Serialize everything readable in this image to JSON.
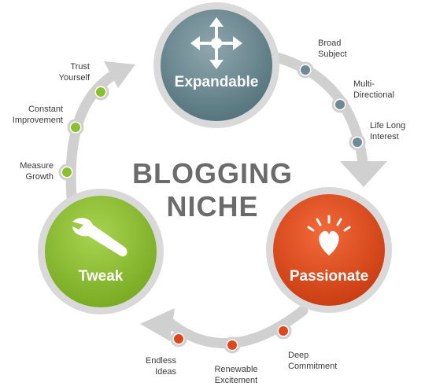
{
  "title": {
    "line1": "BLOGGING",
    "line2": "NICHE"
  },
  "nodes": {
    "expandable": {
      "label": "Expandable",
      "color": "#5f7f88",
      "icon": "four-way-arrows-icon"
    },
    "passionate": {
      "label": "Passionate",
      "color": "#e0461a",
      "icon": "heart-icon"
    },
    "tweak": {
      "label": "Tweak",
      "color": "#8cbf2e",
      "icon": "wrench-icon"
    }
  },
  "points": {
    "expandable": [
      {
        "line1": "Broad",
        "line2": "Subject"
      },
      {
        "line1": "Multi-",
        "line2": "Directional"
      },
      {
        "line1": "Life Long",
        "line2": "Interest"
      }
    ],
    "passionate": [
      {
        "line1": "Deep",
        "line2": "Commitment"
      },
      {
        "line1": "Renewable",
        "line2": "Excitement"
      },
      {
        "line1": "Endless",
        "line2": "Ideas"
      }
    ],
    "tweak": [
      {
        "line1": "Measure",
        "line2": "Growth"
      },
      {
        "line1": "Constant",
        "line2": "Improvement"
      },
      {
        "line1": "Trust",
        "line2": "Yourself"
      }
    ]
  },
  "colors": {
    "ring": "#d0d0d0",
    "dot_gray": "#6e8b93",
    "dot_orange": "#e0461a",
    "dot_green": "#8cbf2e"
  }
}
